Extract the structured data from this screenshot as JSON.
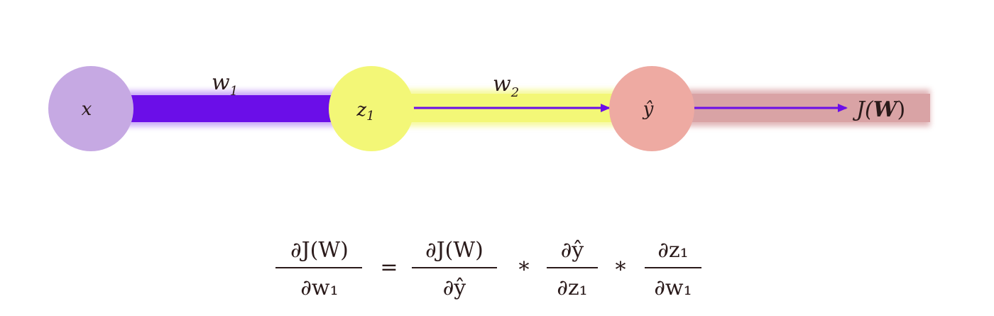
{
  "diagram": {
    "nodes": [
      {
        "id": "x",
        "label": "x",
        "color": "#c6a9e3"
      },
      {
        "id": "z1",
        "label": "z",
        "sub": "1",
        "color": "#f3f777"
      },
      {
        "id": "yhat",
        "label": "ŷ",
        "color": "#eeaaa2"
      }
    ],
    "edges": [
      {
        "label": "w",
        "sub": "1",
        "color": "#6b0ee8"
      },
      {
        "label": "w",
        "sub": "2",
        "color": "#f3f777",
        "arrow_color": "#6b0ee8"
      },
      {
        "color": "#d9a3a5",
        "arrow_color": "#6b0ee8"
      }
    ],
    "output": {
      "label_pre": "J(",
      "label_bold": "W",
      "label_post": ")"
    }
  },
  "equation": {
    "lhs": {
      "num": "∂J(W)",
      "den": "∂w₁"
    },
    "equals": "=",
    "times": "*",
    "terms": [
      {
        "num": "∂J(W)",
        "den": "∂ŷ"
      },
      {
        "num": "∂ŷ",
        "den": "∂z₁"
      },
      {
        "num": "∂z₁",
        "den": "∂w₁"
      }
    ]
  }
}
